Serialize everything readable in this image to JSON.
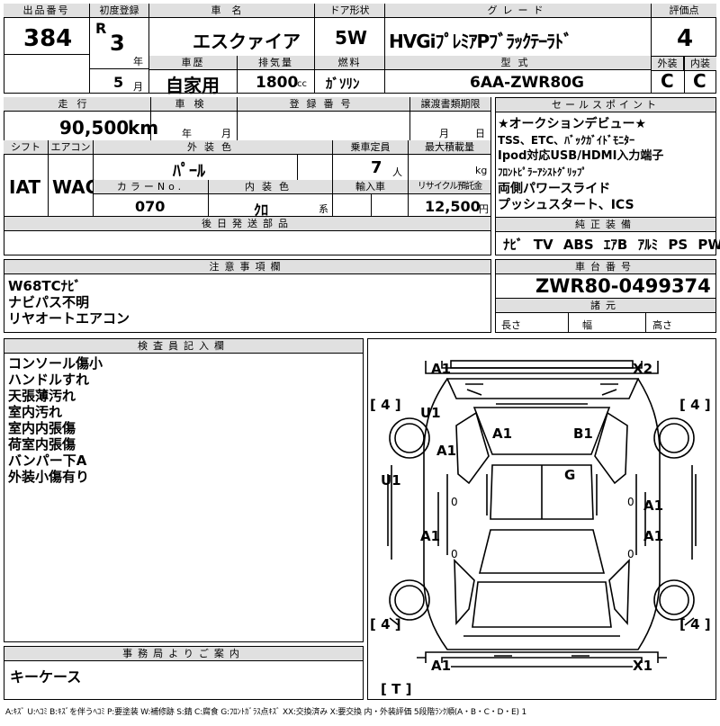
{
  "lot": {
    "label": "出品番号",
    "value": "384"
  },
  "first_reg": {
    "label": "初度登録",
    "era": "R",
    "year": "3",
    "year_unit": "年",
    "month": "5",
    "month_unit": "月"
  },
  "name": {
    "label": "車名",
    "value": "エスクァイア"
  },
  "door": {
    "label": "ドア形状",
    "value": "5W"
  },
  "grade": {
    "label": "グレード",
    "value": "HVGiﾌﾟﾚﾐｱPﾌﾞﾗｯｸﾃｰﾗﾄﾞ"
  },
  "score": {
    "label": "評価点",
    "value": "4",
    "ext_label": "外装",
    "int_label": "内装",
    "ext": "C",
    "int": "C"
  },
  "history": {
    "label": "車歴",
    "value": "自家用"
  },
  "displacement": {
    "label": "排気量",
    "value": "1800",
    "unit": "cc"
  },
  "fuel": {
    "label": "燃料",
    "value": "ｶﾞｿﾘﾝ"
  },
  "model": {
    "label": "型式",
    "value": "6AA-ZWR80G"
  },
  "mileage": {
    "label": "走行",
    "value": "90,500",
    "unit": "km"
  },
  "inspection": {
    "label": "車検",
    "year_unit": "年",
    "month_unit": "月"
  },
  "reg_no": {
    "label": "登録番号"
  },
  "transfer": {
    "label": "譲渡書類期限",
    "month_unit": "月",
    "day_unit": "日"
  },
  "shift": {
    "label": "シフト",
    "value": "IAT"
  },
  "aircon": {
    "label": "エアコン",
    "value": "WAC"
  },
  "ext_color": {
    "label": "外装色",
    "value": "ﾊﾟｰﾙ"
  },
  "capacity": {
    "label": "乗車定員",
    "value": "7",
    "unit": "人"
  },
  "max_load": {
    "label": "最大積載量",
    "unit": "kg"
  },
  "color_no": {
    "label": "カラーNo.",
    "value": "070"
  },
  "int_color": {
    "label": "内装色",
    "value": "ｸﾛ",
    "unit": "系"
  },
  "import": {
    "label": "輸入車"
  },
  "recycle": {
    "label": "リサイクル預託金",
    "value": "12,500",
    "unit": "円"
  },
  "later_parts": {
    "label": "後日発送部品"
  },
  "sales_points": {
    "label": "セールスポイント",
    "lines": [
      "★オークションデビュー★",
      "TSS、ETC、ﾊﾞｯｸｶﾞｲﾄﾞﾓﾆﾀｰ",
      "Ipod対応USB/HDMI入力端子",
      "ﾌﾛﾝﾄﾋﾟﾗｰｱｼｽﾄｸﾞﾘｯﾌﾟ",
      "両側パワースライド",
      "プッシュスタート、ICS"
    ]
  },
  "equipment": {
    "label": "純正装備",
    "items": [
      "ﾅﾋﾞ",
      "TV",
      "ABS",
      "ｴｱB",
      "ｱﾙﾐ",
      "PS",
      "PW"
    ]
  },
  "notes": {
    "label": "注意事項欄",
    "lines": [
      "W68TCﾅﾋﾞ",
      "ナビパス不明",
      "リヤオートエアコン"
    ]
  },
  "chassis": {
    "label": "車台番号",
    "value": "ZWR80-0499374",
    "spec_label": "諸元",
    "length": "長さ",
    "width": "幅",
    "height": "高さ"
  },
  "inspector": {
    "label": "検査員記入欄",
    "lines": [
      "コンソール傷小",
      "ハンドルすれ",
      "天張薄汚れ",
      "室内汚れ",
      "室内内張傷",
      "荷室内張傷",
      "バンパー下A",
      "外装小傷有り"
    ]
  },
  "office": {
    "label": "事務局よりご案内",
    "value": "キーケース"
  },
  "diagram": {
    "marks": [
      "A1",
      "X2",
      "U1",
      "A1",
      "A1",
      "B1",
      "G",
      "U1",
      "A1",
      "A1",
      "A1",
      "A1",
      "X1"
    ],
    "tires": [
      "4",
      "4",
      "4",
      "4"
    ],
    "tire_bracket_open": "[",
    "tire_bracket_close": "]",
    "trunk": "T",
    "zeros": [
      "0",
      "0",
      "0",
      "0"
    ]
  },
  "legend": "A:ｷｽﾞ U:ﾍｺﾐ B:ｷｽﾞを伴うﾍｺﾐ P:要塗装 W:補修跡 S:錆 C:腐食 G:ﾌﾛﾝﾄｶﾞﾗｽ点ｷｽﾞ XX:交換済み X:要交換 内・外装評価 5段階ﾗﾝｸ順(A・B・C・D・E) 1"
}
